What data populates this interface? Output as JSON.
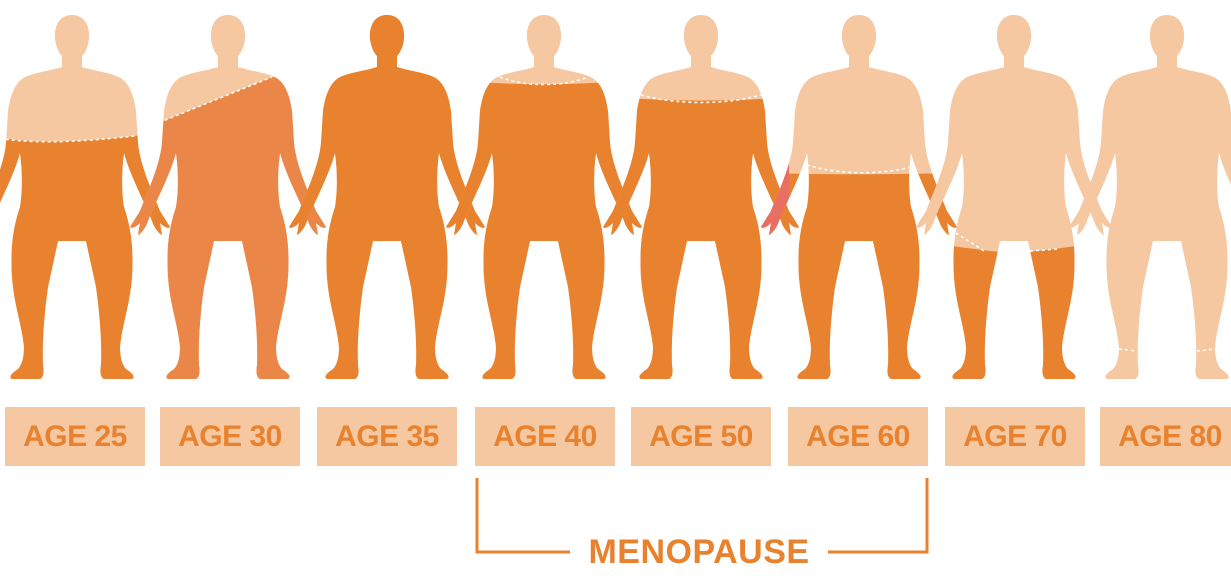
{
  "colors": {
    "light": "#f5c8a2",
    "dark": "#e8822e",
    "medium": "#ea8748",
    "red": "#e77062",
    "label_bg": "#f5c8a2",
    "label_text": "#e8822e",
    "bracket": "#e8822e"
  },
  "figures": [
    {
      "label": "AGE 25",
      "level": "lower-body-and-forearms"
    },
    {
      "label": "AGE 30",
      "level": "below-diagonal-shoulder-line"
    },
    {
      "label": "AGE 35",
      "level": "whole-body"
    },
    {
      "label": "AGE 40",
      "level": "below-neck"
    },
    {
      "label": "AGE 50",
      "level": "below-upper-chest"
    },
    {
      "label": "AGE 60",
      "level": "below-waist"
    },
    {
      "label": "AGE 70",
      "level": "lower-legs"
    },
    {
      "label": "AGE 80",
      "level": "none"
    }
  ],
  "bracket": {
    "label": "MENOPAUSE",
    "spans": [
      "AGE 40",
      "AGE 60"
    ]
  }
}
